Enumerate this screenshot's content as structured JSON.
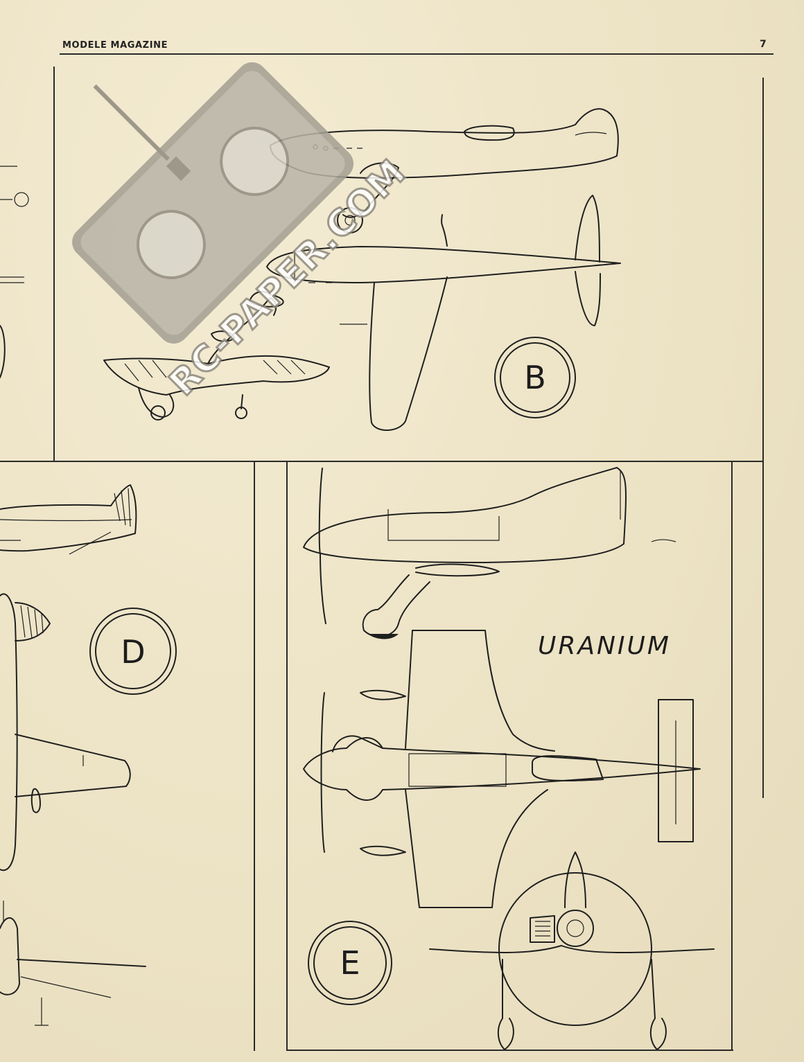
{
  "header": {
    "publication": "MODELE MAGAZINE",
    "page_number": "7"
  },
  "panels": [
    {
      "id": "B",
      "letter": "B"
    },
    {
      "id": "D",
      "letter": "D"
    },
    {
      "id": "E",
      "letter": "E",
      "model_name": "URANIUM"
    }
  ],
  "watermark": {
    "text": "RC-PAPER.COM",
    "icon": "rc-transmitter-icon"
  },
  "colors": {
    "paper": "#efe6cb",
    "ink": "#1f1f1f",
    "watermark": "#9a958a"
  }
}
